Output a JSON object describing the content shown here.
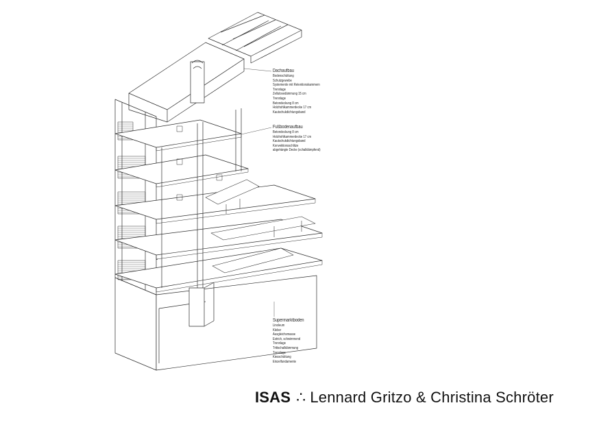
{
  "legends": {
    "roof": {
      "title": "Dachaufbau",
      "items": [
        "Bodenschüttung",
        "Schutzgewebe",
        "Systemerde mit Retentionskammern",
        "Trennlage",
        "Zellulosedämmung 15 cm",
        "Trennlage",
        "Betondeckung 8 cm",
        "Holzhohlkammerdecke 17 cm",
        "Kautschukdichtungsband"
      ]
    },
    "floor": {
      "title": "Fußbodenaufbau",
      "items": [
        "Betondeckung 8 cm",
        "Holzhohlkammerdecke 17 cm",
        "Kautschukdichtungsband",
        "Konvektionsschlitze",
        "abgehängte Decke (schalldämpfend)"
      ]
    },
    "market": {
      "title": "Supermarktboden",
      "items": [
        "Linoleum",
        "Kleber",
        "Ausgleichsmasse",
        "Estrich, schwimmend",
        "Trennlage",
        "Trittschalldämmung",
        "Trennlage",
        "Kiesschüttung",
        "Einzelfundamente"
      ]
    }
  },
  "caption": {
    "brand": "ISAS",
    "separator": "∴",
    "authors": "Lennard Gritzo & Christina Schröter"
  },
  "colors": {
    "line": "#2a2a2a",
    "background": "#ffffff"
  }
}
